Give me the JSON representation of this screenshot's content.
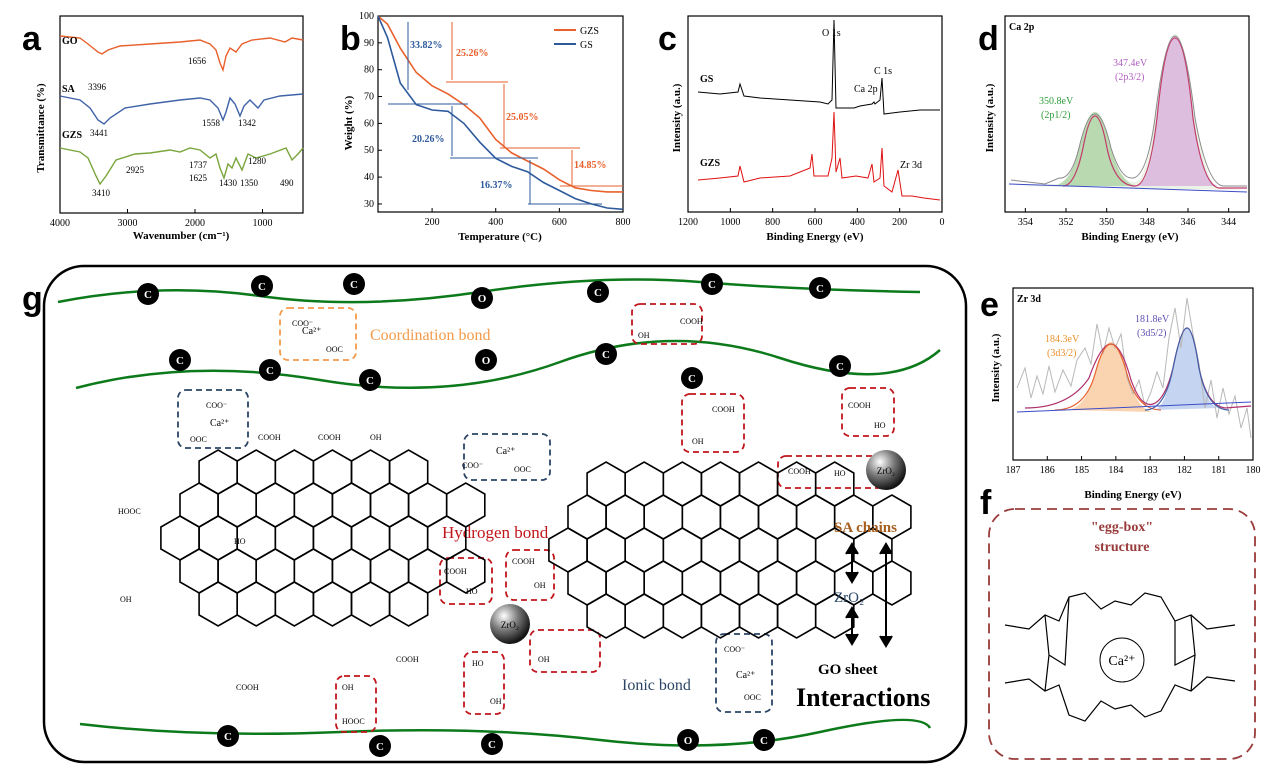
{
  "panel_labels": {
    "a": "a",
    "b": "b",
    "c": "c",
    "d": "d",
    "e": "e",
    "f": "f",
    "g": "g"
  },
  "colors": {
    "go": "#e8602c",
    "sa": "#3f62a8",
    "gzs": "#79a53c",
    "gs": "#2e5a9c",
    "gzs_tga": "#e8602c",
    "xps_gs": "#000000",
    "xps_gzs": "#e01010",
    "ca_fit1": "#8fc383",
    "ca_fit2": "#d7a6dc",
    "zr_fit1": "#f7b67c",
    "zr_fit2": "#9fb7e6",
    "dash_orange": "#f39a4a",
    "dash_red": "#c0151b",
    "dash_navy": "#2b4566",
    "chain_green": "#0c7a1a",
    "sa_text": "#a65f1e",
    "egg_border": "#9a3b3b"
  },
  "chart_data": [
    {
      "id": "a",
      "type": "line",
      "ylabel": "Transmittance  (%)",
      "xlabel": "Wavenumber  (cm⁻¹)",
      "xlim": [
        4000,
        400
      ],
      "xticks": [
        4000,
        3000,
        2000,
        1000
      ],
      "series": [
        {
          "name": "GO",
          "peaks": [
            3396,
            1656
          ]
        },
        {
          "name": "SA",
          "peaks": [
            3441,
            1558,
            1342
          ]
        },
        {
          "name": "GZS",
          "peaks": [
            3410,
            2925,
            1737,
            1625,
            1430,
            1280,
            1350,
            490
          ]
        }
      ],
      "annotations": [
        "3396",
        "1656",
        "3441",
        "1558",
        "1342",
        "2925",
        "1737",
        "1625",
        "1430",
        "1280",
        "1350",
        "490",
        "3410"
      ]
    },
    {
      "id": "b",
      "type": "line",
      "ylabel": "Weight (%)",
      "xlabel": "Temperature (°C)",
      "xlim": [
        30,
        800
      ],
      "ylim": [
        27,
        100
      ],
      "xticks": [
        200,
        400,
        600,
        800
      ],
      "yticks": [
        30,
        40,
        50,
        60,
        70,
        80,
        90,
        100
      ],
      "legend": "top-right",
      "series": [
        {
          "name": "GZS",
          "x": [
            30,
            60,
            100,
            150,
            200,
            250,
            300,
            350,
            400,
            450,
            500,
            550,
            600,
            650,
            700,
            750,
            800
          ],
          "y": [
            100,
            97,
            88,
            79,
            74,
            71,
            67,
            62,
            54,
            49,
            46,
            43,
            39,
            36,
            35,
            34.5,
            34.5
          ]
        },
        {
          "name": "GS",
          "x": [
            30,
            60,
            100,
            150,
            200,
            250,
            300,
            350,
            400,
            450,
            500,
            550,
            600,
            650,
            700,
            750,
            800
          ],
          "y": [
            100,
            92,
            75,
            67,
            65,
            64.5,
            60,
            53,
            47,
            44,
            42,
            38,
            35,
            32,
            30,
            28.5,
            28
          ]
        }
      ],
      "annotations": [
        "33.82%",
        "25.26%",
        "25.05%",
        "20.26%",
        "14.85%",
        "16.37%"
      ]
    },
    {
      "id": "c",
      "type": "line",
      "ylabel": "Intensity  (a.u.)",
      "xlabel": "Binding Energy  (eV)",
      "xlim": [
        1200,
        0
      ],
      "xticks": [
        1200,
        1000,
        800,
        600,
        400,
        200,
        0
      ],
      "series": [
        {
          "name": "GS"
        },
        {
          "name": "GZS"
        }
      ],
      "annotations": [
        "O 1s",
        "C 1s",
        "Ca 2p",
        "Zr 3d"
      ]
    },
    {
      "id": "d",
      "type": "line",
      "title": "Ca 2p",
      "ylabel": "Intensity  (a.u.)",
      "xlabel": "Binding Energy  (eV)",
      "xlim": [
        355,
        343
      ],
      "xticks": [
        354,
        352,
        350,
        348,
        346,
        344
      ],
      "peaks": [
        {
          "label": "350.8eV",
          "sub": "(2p1/2)",
          "x": 350.8
        },
        {
          "label": "347.4eV",
          "sub": "(2p3/2)",
          "x": 347.4
        }
      ]
    },
    {
      "id": "e",
      "type": "line",
      "title": "Zr 3d",
      "ylabel": "Intensity  (a.u.)",
      "xlabel": "Binding Energy  (eV)",
      "xlim": [
        187,
        180
      ],
      "xticks": [
        187,
        186,
        185,
        184,
        183,
        182,
        181,
        180
      ],
      "peaks": [
        {
          "label": "184.3eV",
          "sub": "(3d3/2)",
          "x": 184.3
        },
        {
          "label": "181.8eV",
          "sub": "(3d5/2)",
          "x": 181.8
        }
      ]
    }
  ],
  "panel_f": {
    "title_line1": "\"egg-box\"",
    "title_line2": "structure",
    "center": "Ca²⁺"
  },
  "panel_g": {
    "coordination_bond": "Coordination bond",
    "hydrogen_bond": "Hydrogen bond",
    "ionic_bond": "Ionic bond",
    "sa_chains": "SA chains",
    "zro2": "ZrO₂",
    "go_sheet": "GO sheet",
    "interactions": "Interactions",
    "chain_atom_c": "C",
    "chain_atom_o": "O",
    "ca": "Ca²⁺",
    "coo": "COO⁻",
    "cooh": "COOH",
    "hooc": "HOOC",
    "oh": "OH",
    "ho": "HO",
    "ooc": "OOC",
    "zr_ball": "ZrO₂"
  }
}
